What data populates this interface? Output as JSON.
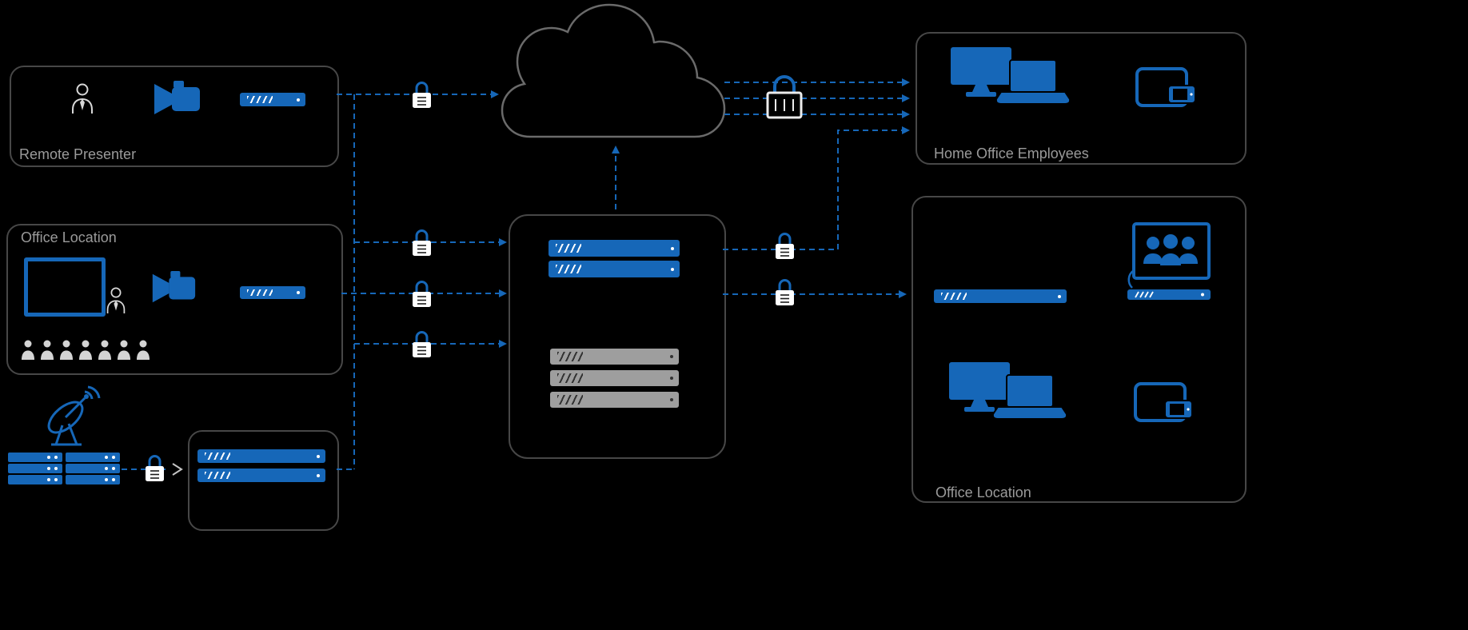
{
  "labels": {
    "remote_presenter": "Remote Presenter",
    "office_location_left": "Office Location",
    "home_office_employees": "Home Office Employees",
    "office_location_right": "Office Location"
  },
  "colors": {
    "accent_blue": "#1667B8",
    "server_gray": "#9E9E9E",
    "box_border": "#474747",
    "cloud_outline": "#6A6A6A",
    "label_text": "#9A9A9A",
    "background": "#000000"
  },
  "icons": {
    "lock": "padlock",
    "cloud": "cloud-network",
    "camera": "video-camera",
    "person": "presenter-person",
    "audience": "audience-row",
    "server": "server-bar",
    "satellite": "satellite-dish",
    "rack": "server-rack",
    "monitor": "desktop-monitor",
    "laptop": "laptop",
    "tablet": "tablet",
    "phone": "phone",
    "display_board": "display-board",
    "video_conference": "video-conference-unit"
  }
}
